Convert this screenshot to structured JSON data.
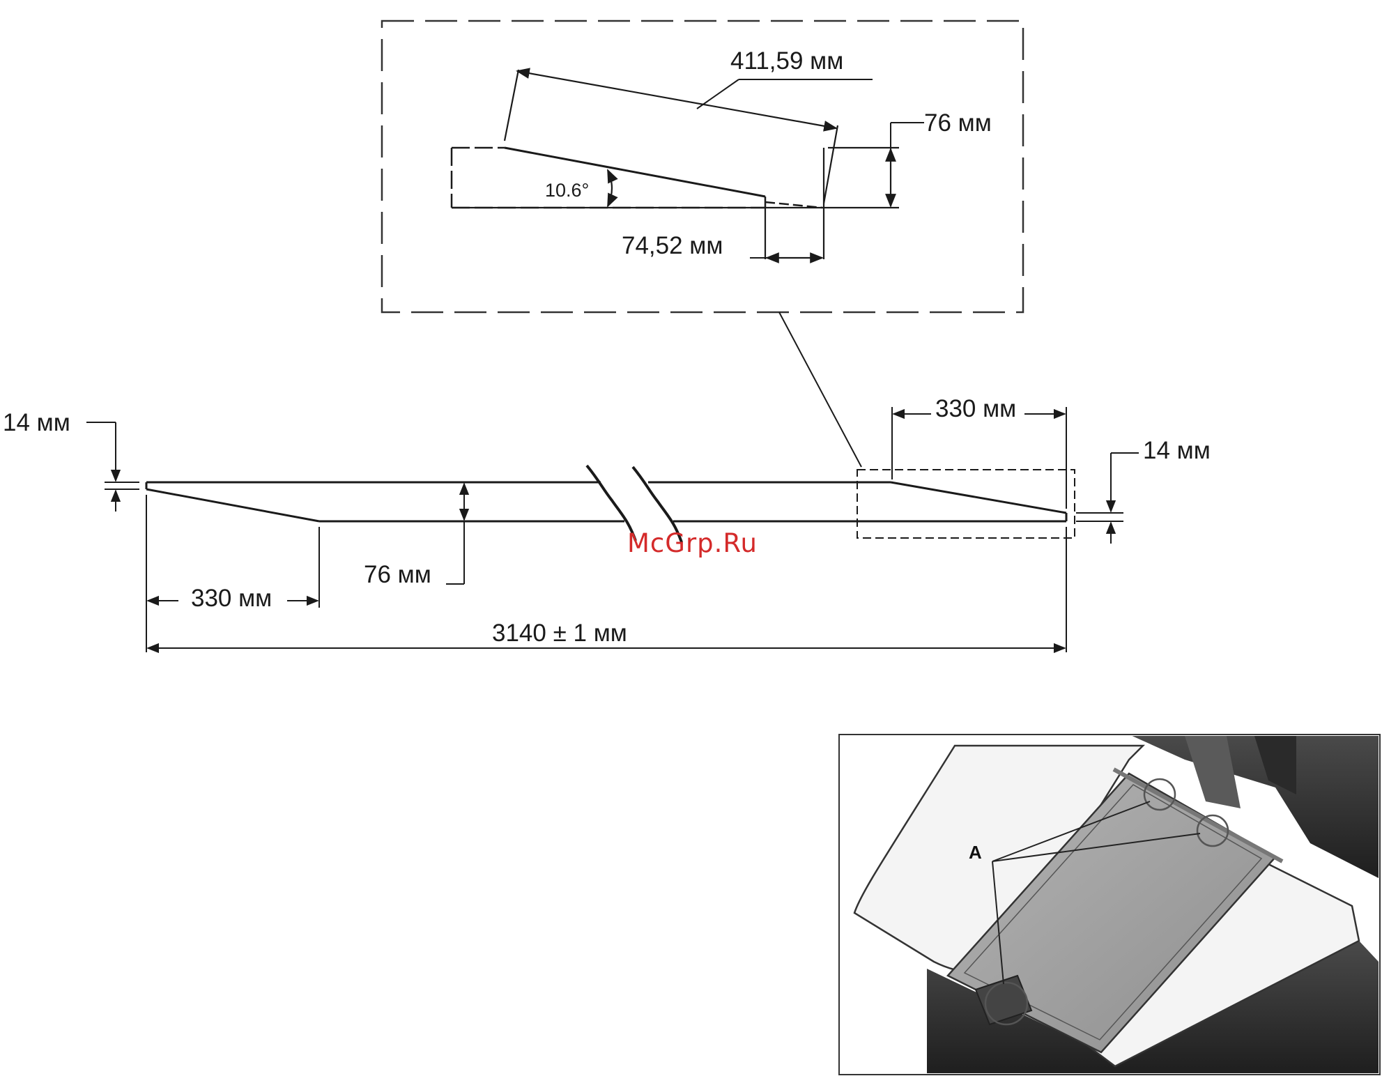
{
  "detail": {
    "length_label": "411,59 мм",
    "height_label": "76 мм",
    "angle_label": "10.6°",
    "run_label": "74,52 мм"
  },
  "main": {
    "left_thickness_label": "14 мм",
    "right_length_label": "330 мм",
    "right_thickness_label": "14 мм",
    "height_label": "76 мм",
    "left_length_label": "330 мм",
    "total_length_label": "3140 ± 1 мм"
  },
  "watermark": "McGrp.Ru",
  "photo": {
    "callout_label": "A"
  },
  "colors": {
    "line": "#1a1a1a",
    "watermark": "#d42a2a",
    "ramp_surface": "#9c9c9c",
    "machine_body": "#3a3a3a",
    "platform": "#f2f2f2"
  }
}
